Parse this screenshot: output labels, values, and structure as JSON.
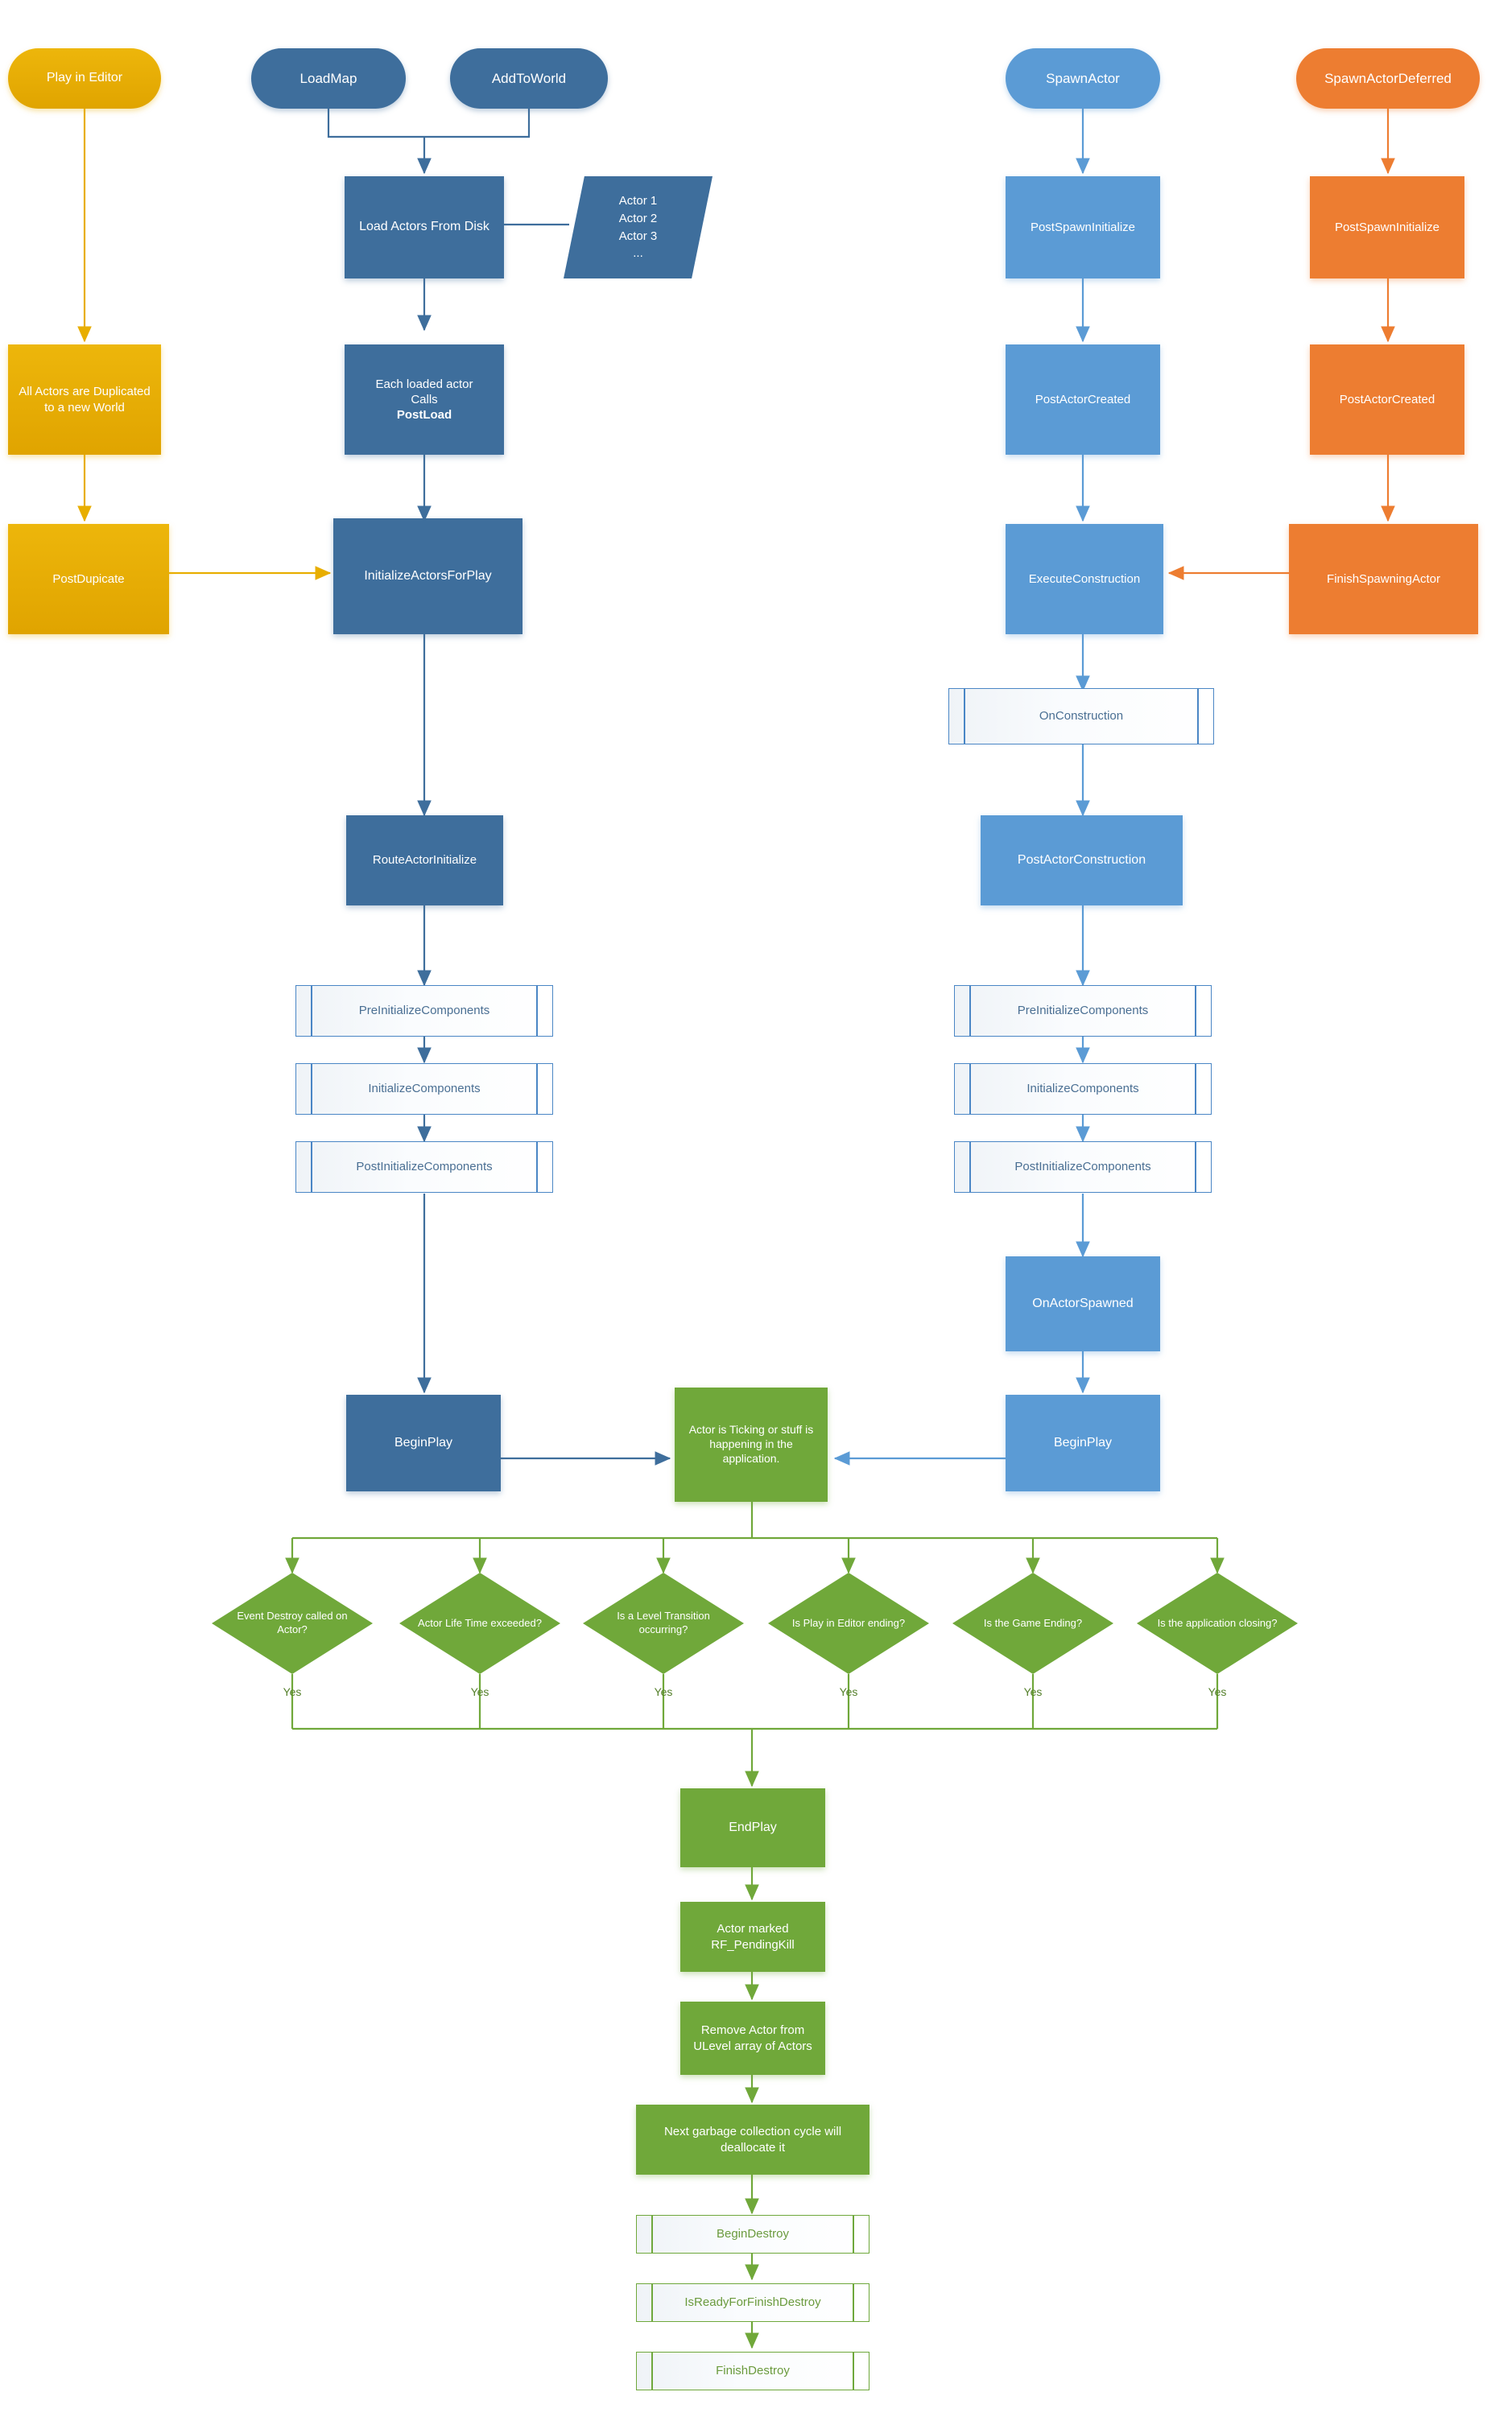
{
  "diagram": {
    "title": "Unreal Engine Actor Lifecycle Flowchart",
    "colors": {
      "dark_blue": "#3E6E9C",
      "light_blue": "#5B9BD5",
      "gold": "#E8AE00",
      "orange": "#ED7D31",
      "green": "#70A83A",
      "predefined_fill": "#FAFCFE",
      "yes_label": "#55802B"
    }
  },
  "nodes": {
    "play_in_editor": "Play in Editor",
    "load_map": "LoadMap",
    "add_to_world": "AddToWorld",
    "spawn_actor": "SpawnActor",
    "spawn_actor_deferred": "SpawnActorDeferred",
    "load_actors_from_disk": "Load Actors From Disk",
    "actor_list_line1": "Actor 1",
    "actor_list_line2": "Actor 2",
    "actor_list_line3": "Actor 3",
    "actor_list_line4": "...",
    "post_spawn_initialize_blue": "PostSpawnInitialize",
    "post_spawn_initialize_orange": "PostSpawnInitialize",
    "all_actors_duplicated": "All Actors are Duplicated to a new World",
    "each_loaded_actor_pre": "Each loaded actor",
    "each_loaded_actor_calls": "Calls ",
    "each_loaded_actor_postload": "PostLoad",
    "post_actor_created_blue": "PostActorCreated",
    "post_actor_created_orange": "PostActorCreated",
    "post_duplicate": "PostDupicate",
    "initialize_actors_for_play": "InitializeActorsForPlay",
    "execute_construction": "ExecuteConstruction",
    "finish_spawning_actor": "FinishSpawningActor",
    "on_construction": "OnConstruction",
    "route_actor_initialize": "RouteActorInitialize",
    "post_actor_construction": "PostActorConstruction",
    "pre_initialize_components_left": "PreInitializeComponents",
    "initialize_components_left": "InitializeComponents",
    "post_initialize_components_left": "PostInitializeComponents",
    "pre_initialize_components_right": "PreInitializeComponents",
    "initialize_components_right": "InitializeComponents",
    "post_initialize_components_right": "PostInitializeComponents",
    "on_actor_spawned": "OnActorSpawned",
    "begin_play_left": "BeginPlay",
    "begin_play_right": "BeginPlay",
    "actor_is_ticking": "Actor is Ticking or stuff is happening in the application.",
    "end_play": "EndPlay",
    "actor_marked_pendingkill": "Actor marked RF_PendingKill",
    "remove_actor_from_ulevel": "Remove Actor from ULevel array of Actors",
    "next_gc_cycle": "Next garbage collection cycle will deallocate it",
    "begin_destroy": "BeginDestroy",
    "is_ready_for_finish_destroy": "IsReadyForFinishDestroy",
    "finish_destroy": "FinishDestroy"
  },
  "decisions": [
    {
      "id": "event-destroy",
      "label": "Event Destroy called on Actor?",
      "yes": "Yes"
    },
    {
      "id": "actor-life-time",
      "label": "Actor Life Time exceeded?",
      "yes": "Yes"
    },
    {
      "id": "level-transition",
      "label": "Is a Level Transition occurring?",
      "yes": "Yes"
    },
    {
      "id": "pie-ending",
      "label": "Is Play in Editor ending?",
      "yes": "Yes"
    },
    {
      "id": "game-ending",
      "label": "Is the Game Ending?",
      "yes": "Yes"
    },
    {
      "id": "application-closing",
      "label": "Is the application closing?",
      "yes": "Yes"
    }
  ]
}
